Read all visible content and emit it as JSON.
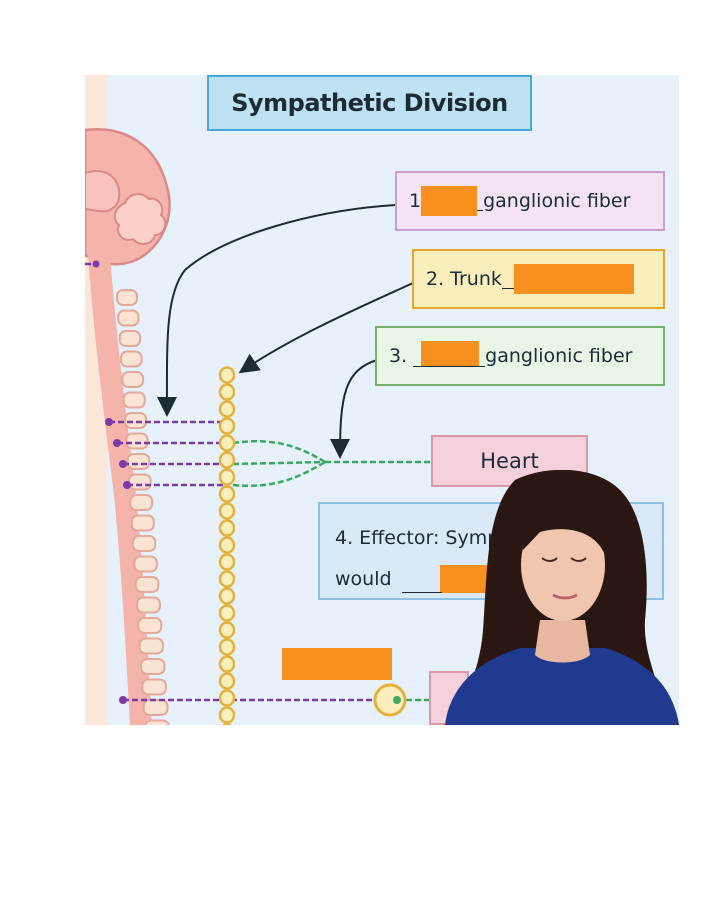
{
  "title": "Sympathetic Division",
  "box1": {
    "number": "1",
    "text": "ganglionic fiber"
  },
  "box2": {
    "text": "2. Trunk"
  },
  "box3": {
    "number": "3.",
    "text": "ganglionic fiber"
  },
  "heart": {
    "label": "Heart"
  },
  "effector": {
    "line1": "4. Effector: Sympath",
    "line2": "would"
  },
  "colors": {
    "background": "#e7f1fb",
    "blank_fill": "#f7901e",
    "preganglionic_fiber": "#7b3aa6",
    "postganglionic_fiber": "#3aa85e",
    "sympathetic_trunk": "#e8b84a"
  }
}
